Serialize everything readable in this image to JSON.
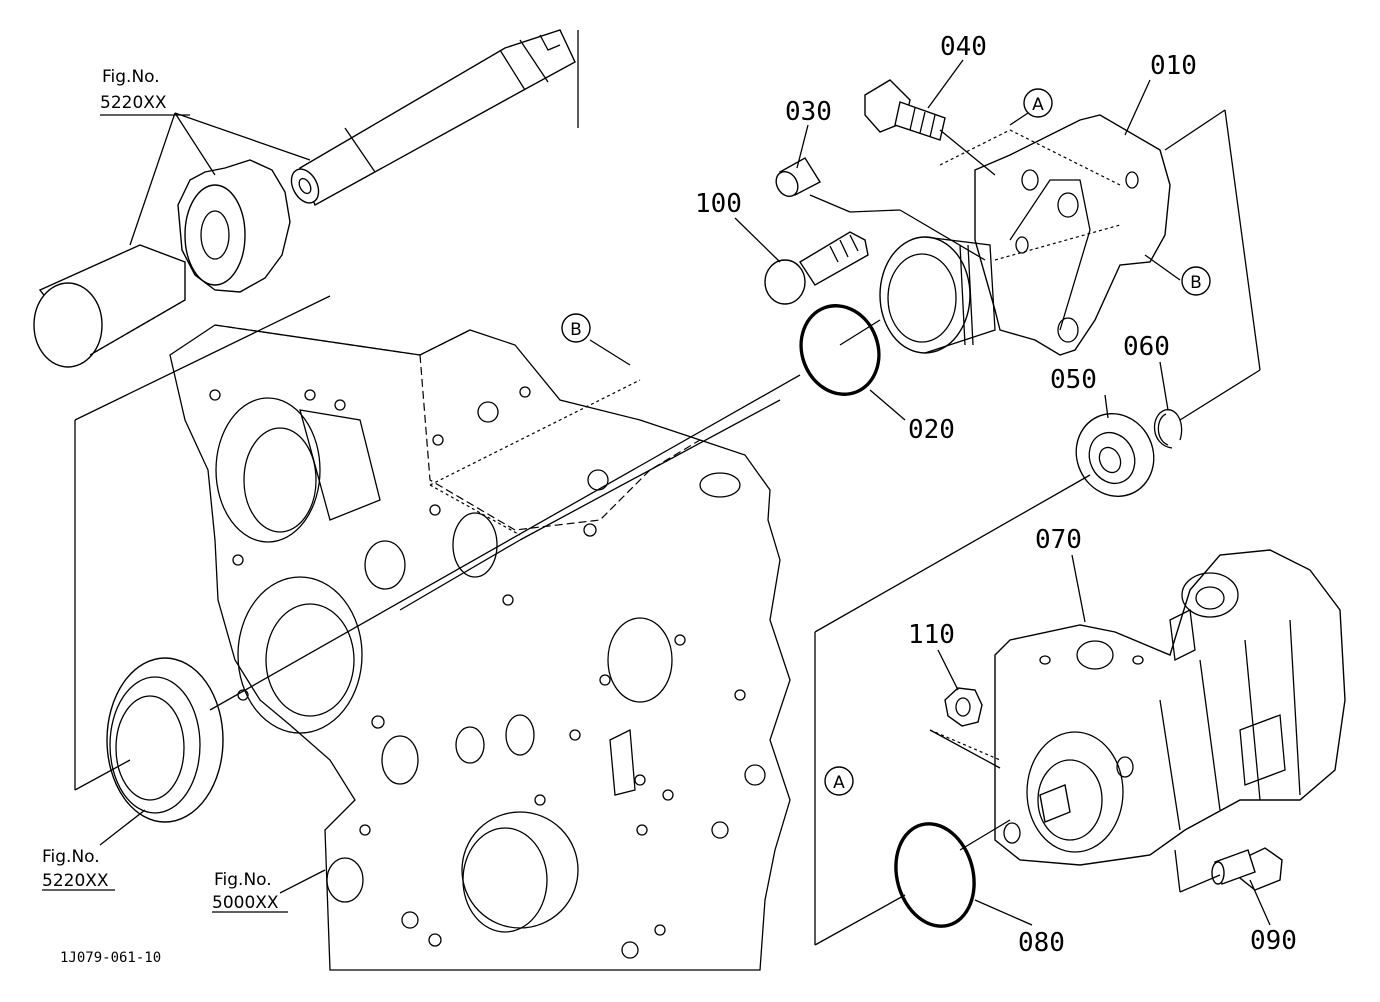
{
  "parts": {
    "p010": "010",
    "p020": "020",
    "p030": "030",
    "p040": "040",
    "p050": "050",
    "p060": "060",
    "p070": "070",
    "p080": "080",
    "p090": "090",
    "p100": "100",
    "p110": "110"
  },
  "markers": {
    "a": "A",
    "b": "B"
  },
  "fig_refs": {
    "ref1_title": "Fig.No.",
    "ref1_code": "5220XX",
    "ref2_title": "Fig.No.",
    "ref2_code": "5220XX",
    "ref3_title": "Fig.No.",
    "ref3_code": "5000XX"
  },
  "drawing_code": "1J079-061-10"
}
